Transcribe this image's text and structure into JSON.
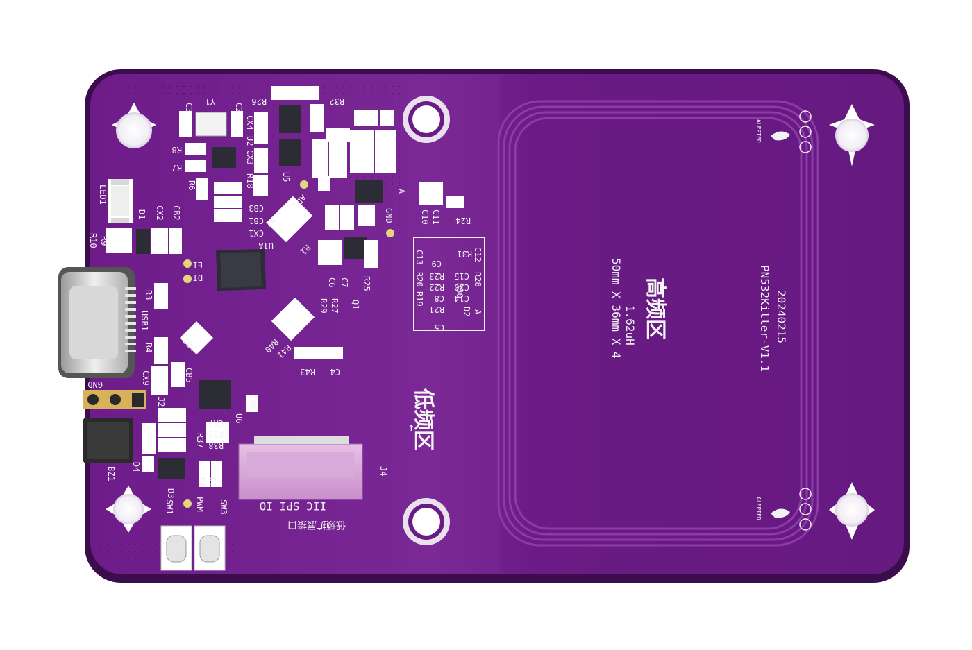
{
  "board": {
    "name": "PN532Killer-V1.1",
    "date": "20240215",
    "hf_zone_label": "高频区",
    "lf_zone_label": "低频区",
    "coil_size": "50mm X 36mm X 4",
    "coil_inductance": "1.62uH",
    "connector_label": "IIC SPI IO",
    "expansion_label": "低频扩展接口",
    "logo_text": "ALEPTED",
    "colors": {
      "pcb": "#6a1b85",
      "pcb_light": "#7b2a96",
      "silk": "#f2f2f2",
      "copper_pad": "#d8d8d8"
    }
  },
  "designators": {
    "c3": "C3",
    "y1": "Y1",
    "c2": "C2",
    "r26": "R26",
    "r32": "R32",
    "r8": "R8",
    "r7": "R7",
    "r6": "R6",
    "cx4": "CX4",
    "u2": "U2",
    "cx3": "CX3",
    "r18": "R18",
    "u5": "U5",
    "cb3": "CB3",
    "cb1": "CB1",
    "cx1": "CX1",
    "r2": "R2",
    "r1": "R1",
    "u1a": "U1A",
    "adc": "ADC",
    "gnd": "GND",
    "a_top": "A",
    "c10": "C10",
    "c11": "C11",
    "r24": "R24",
    "led1": "LED1",
    "d1": "D1",
    "cx2": "CX2",
    "cb2": "CB2",
    "r10": "R10",
    "r9": "R9",
    "di": "DI",
    "ei": "EI",
    "r3": "R3",
    "usb1": "USB1",
    "r4": "R4",
    "cb4": "CB4",
    "cb5": "CB5",
    "cx9": "CX9",
    "j2": "J2",
    "r29": "R29",
    "r27": "R27",
    "q1": "Q1",
    "c6": "C6",
    "c7": "C7",
    "r25": "R25",
    "r40": "R40",
    "r41": "R41",
    "r43": "R43",
    "c4": "C4",
    "r19": "R19",
    "r20": "R20",
    "c13": "C13",
    "r31": "R31",
    "c12": "C12",
    "c9": "C9",
    "r23": "R23",
    "r22": "R22",
    "c8": "C8",
    "r21": "R21",
    "c15": "C15",
    "c30": "C30",
    "r30": "R30",
    "c14": "C14",
    "r28": "R28",
    "d2": "D2",
    "a_box": "A",
    "c5": "C5",
    "u6": "U6",
    "cx8": "CX8",
    "cx7": "CX7",
    "r37": "R37",
    "r39": "R39",
    "r38": "R38",
    "j4": "J4",
    "gnd_hdr": "GND",
    "bz1": "BZ1",
    "d4": "D4",
    "d3": "D3",
    "sw1": "SW1",
    "pwm": "PWM",
    "d6": "D6",
    "d5": "D5",
    "sw3": "SW3"
  }
}
